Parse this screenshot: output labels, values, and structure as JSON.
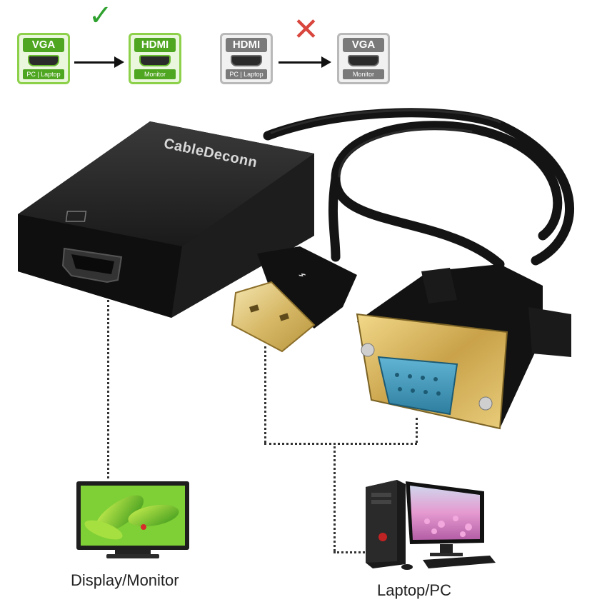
{
  "compatibility": {
    "supported": {
      "source": {
        "name": "VGA",
        "sub": "PC | Laptop"
      },
      "target": {
        "name": "HDMI",
        "sub": "Monitor"
      },
      "mark": "✓"
    },
    "unsupported": {
      "source": {
        "name": "HDMI",
        "sub": "PC | Laptop"
      },
      "target": {
        "name": "VGA",
        "sub": "Monitor"
      },
      "mark": "✕"
    }
  },
  "product": {
    "brand": "CableDeconn"
  },
  "devices": {
    "display_label": "Display/Monitor",
    "computer_label": "Laptop/PC"
  },
  "colors": {
    "supported_green": "#4fa620",
    "unsupported_gray": "#7a7a7a",
    "check": "#2fa12f",
    "cross": "#d8463d",
    "gold": "#d6b25a",
    "vga_blue": "#3a8fb0"
  }
}
